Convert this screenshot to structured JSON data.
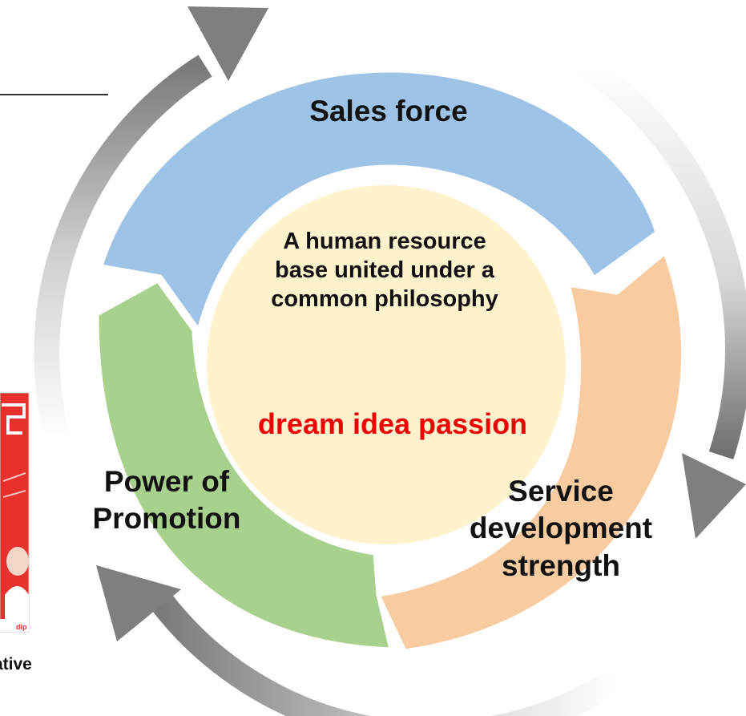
{
  "diagram": {
    "segments": {
      "sales": "Sales force",
      "service": "Service development strength",
      "promotion": "Power of Promotion"
    },
    "center": {
      "text": "A human resource base united under a common philosophy",
      "tagline": "dream idea passion"
    },
    "thumbnail_caption": "ative"
  },
  "colors": {
    "sales": "#9dc3e6",
    "service": "#f8cba0",
    "promotion": "#a9d18e",
    "center": "#fff2cc",
    "tagline": "#ee0000",
    "arrow": "#8c8c8c",
    "ad": "#e8302c"
  }
}
